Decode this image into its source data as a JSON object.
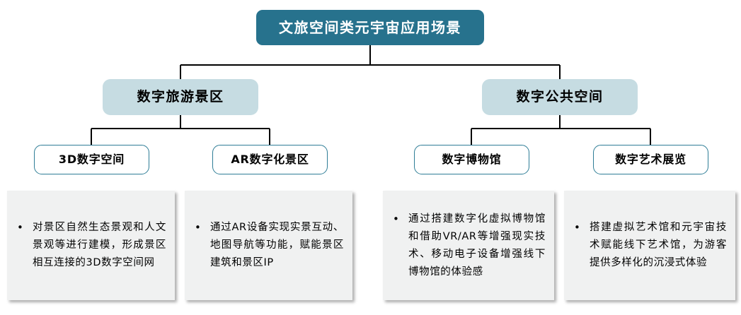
{
  "diagram": {
    "type": "organization-tree",
    "title": "文旅空间类元宇宙应用场景",
    "colors": {
      "root_fill": "#27728D",
      "root_text": "#FFFFFF",
      "level2_fill": "#C6DCE2",
      "level3_border": "#2E7D96",
      "level3_fill": "#FFFFFF",
      "description_fill": "#F0F1F1",
      "connector": "#000000"
    },
    "bullet_glyph": "•"
  },
  "root": {
    "label": "文旅空间类元宇宙应用场景"
  },
  "branches": [
    {
      "label": "数字旅游景区",
      "children": [
        {
          "label": "3D数字空间",
          "description": "对景区自然生态景观和人文景观等进行建模，形成景区相互连接的3D数字空间网"
        },
        {
          "label": "AR数字化景区",
          "description": "通过AR设备实现实景互动、地图导航等功能，赋能景区建筑和景区IP"
        }
      ]
    },
    {
      "label": "数字公共空间",
      "children": [
        {
          "label": "数字博物馆",
          "description": "通过搭建数字化虚拟博物馆和借助VR/AR等增强现实技术、移动电子设备增强线下博物馆的体验感"
        },
        {
          "label": "数字艺术展览",
          "description": "搭建虚拟艺术馆和元宇宙技术赋能线下艺术馆，为游客提供多样化的沉浸式体验"
        }
      ]
    }
  ]
}
